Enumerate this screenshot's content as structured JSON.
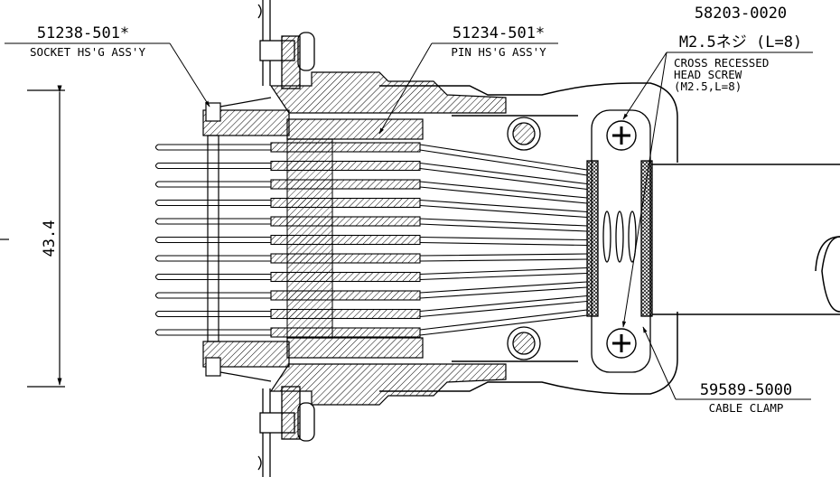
{
  "callouts": {
    "socket": {
      "part_no": "51238-501*",
      "desc": "SOCKET HS'G ASS'Y"
    },
    "pin": {
      "part_no": "51234-501*",
      "desc": "PIN HS'G ASS'Y"
    },
    "screw": {
      "part_no": "58203-0020",
      "jp": "M2.5ネジ (L=8)",
      "desc1": "CROSS RECESSED",
      "desc2": "HEAD SCREW",
      "desc3": "(M2.5,L=8)"
    },
    "clamp": {
      "part_no": "59589-5000",
      "desc": "CABLE CLAMP"
    }
  },
  "dimension": {
    "value": "43.4"
  }
}
